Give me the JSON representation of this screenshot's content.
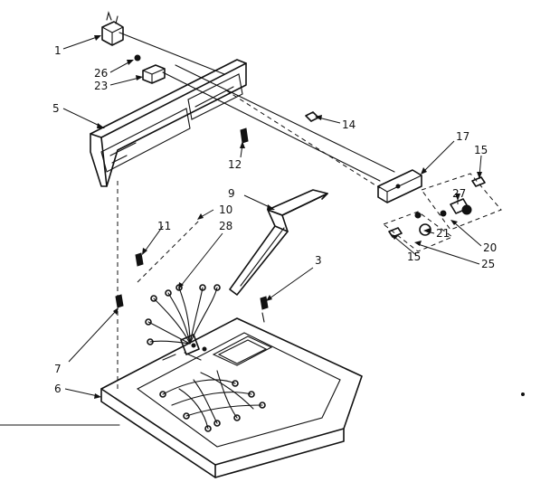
{
  "callouts": [
    {
      "id": "c1",
      "label": "1"
    },
    {
      "id": "c26",
      "label": "26"
    },
    {
      "id": "c23",
      "label": "23"
    },
    {
      "id": "c5",
      "label": "5"
    },
    {
      "id": "c14",
      "label": "14"
    },
    {
      "id": "c17",
      "label": "17"
    },
    {
      "id": "c15a",
      "label": "15"
    },
    {
      "id": "c12",
      "label": "12"
    },
    {
      "id": "c9",
      "label": "9"
    },
    {
      "id": "c10",
      "label": "10"
    },
    {
      "id": "c11",
      "label": "11"
    },
    {
      "id": "c28",
      "label": "28"
    },
    {
      "id": "c27",
      "label": "27"
    },
    {
      "id": "c21",
      "label": "21"
    },
    {
      "id": "c20",
      "label": "20"
    },
    {
      "id": "c15b",
      "label": "15"
    },
    {
      "id": "c25",
      "label": "25"
    },
    {
      "id": "c3",
      "label": "3"
    },
    {
      "id": "c7",
      "label": "7"
    },
    {
      "id": "c6",
      "label": "6"
    }
  ]
}
